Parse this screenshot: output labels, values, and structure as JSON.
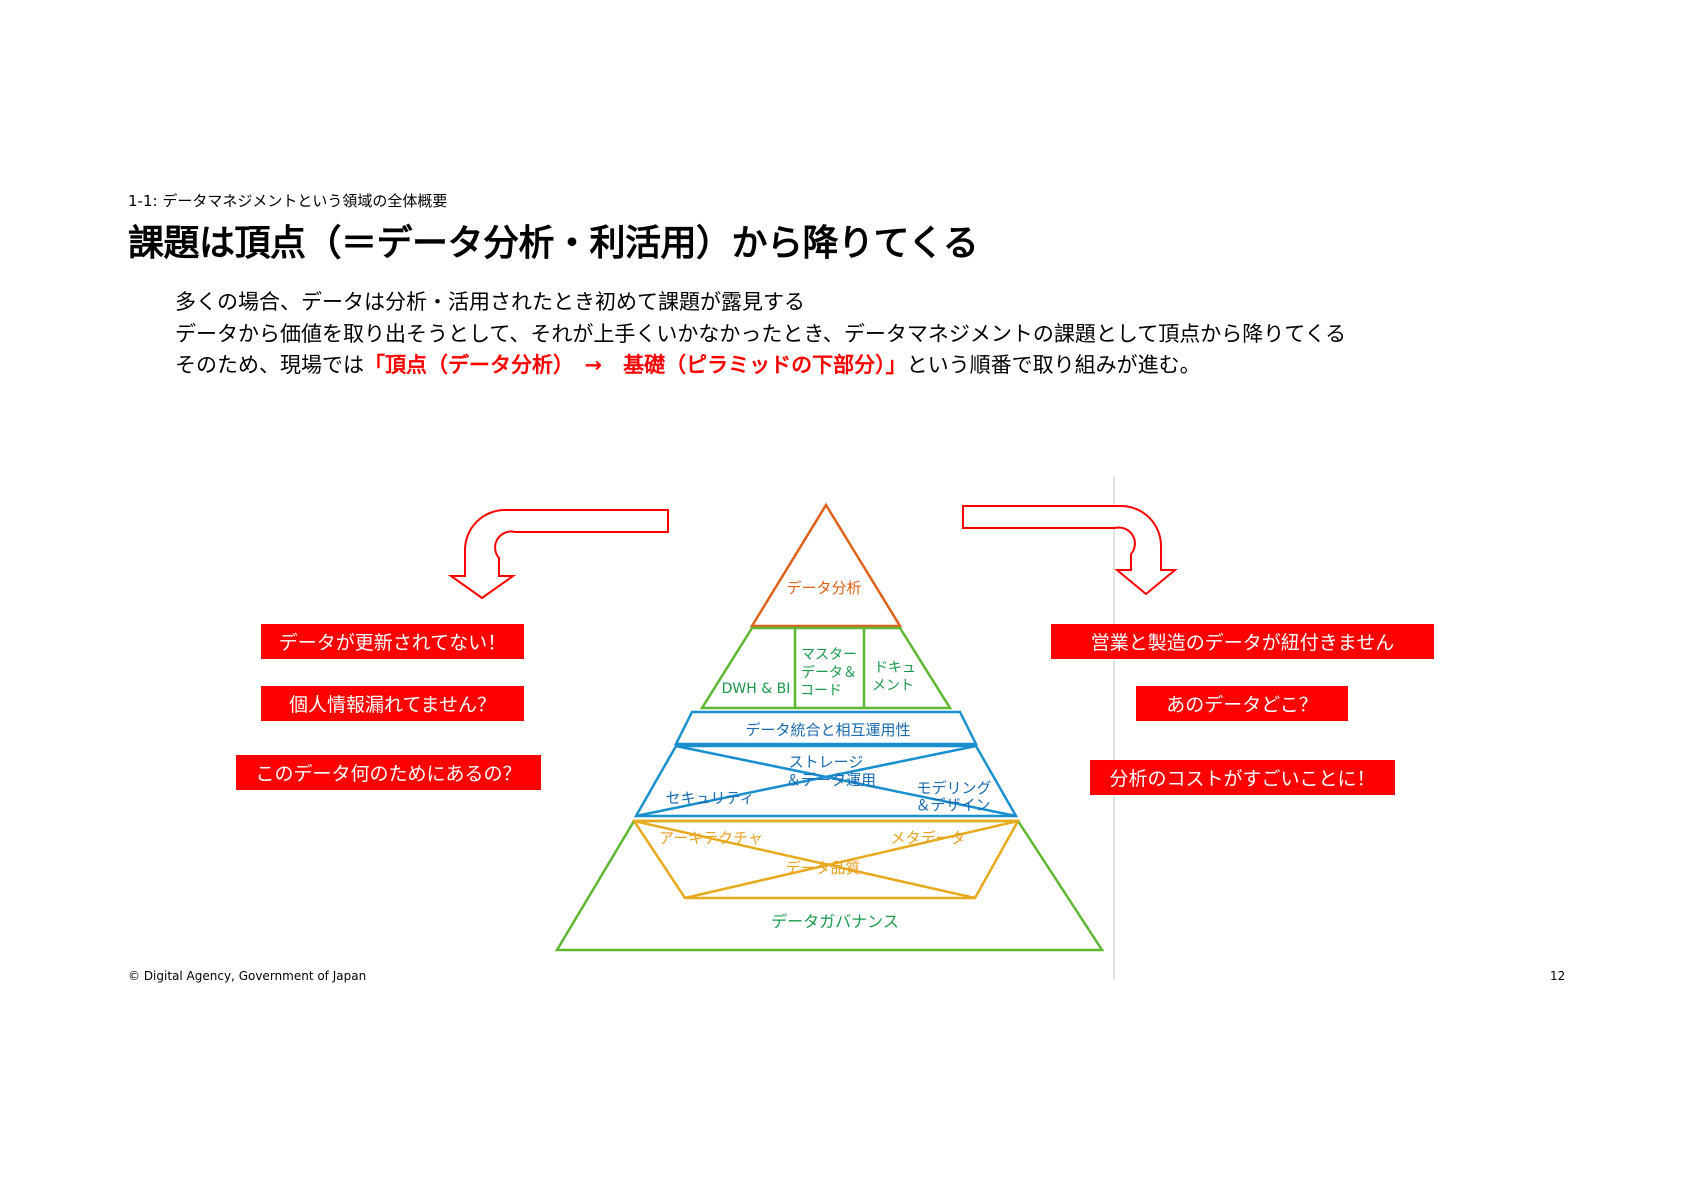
{
  "header": {
    "section": "1-1: データマネジメントという領域の全体概要",
    "title": "課題は頂点（＝データ分析・利活用）から降りてくる"
  },
  "body": {
    "line1": "多くの場合、データは分析・活用されたとき初めて課題が露見する",
    "line2": "データから価値を取り出そうとして、それが上手くいかなかったとき、データマネジメントの課題として頂点から降りてくる",
    "line3_prefix": "そのため、現場では",
    "line3_highlight": "「頂点（データ分析）　→　基礎（ピラミッドの下部分）」",
    "line3_suffix": "という順番で取り組みが進む。"
  },
  "pyramid": {
    "top": "データ分析",
    "dwh": "DWH & BI",
    "master_1": "マスター",
    "master_2": "データ＆",
    "master_3": "コード",
    "doc_1": "ドキュ",
    "doc_2": "メント",
    "integration": "データ統合と相互運用性",
    "storage_1": "ストレージ",
    "storage_2": "＆データ運用",
    "security": "セキュリティ",
    "modeling_1": "モデリング",
    "modeling_2": "＆デザイン",
    "architecture": "アーキテクチャ",
    "metadata": "メタデータ",
    "quality": "データ品質",
    "governance": "データガバナンス"
  },
  "left_issues": [
    "データが更新されてない！",
    "個人情報漏れてません？",
    "このデータ何のためにあるの？"
  ],
  "right_issues": [
    "営業と製造のデータが紐付きません",
    "あのデータどこ？",
    "分析のコストがすごいことに！"
  ],
  "footer": {
    "copyright": "© Digital Agency, Government of Japan",
    "page": "12"
  },
  "colors": {
    "red": "#ff0000",
    "orange": "#e0601a",
    "green": "#5fb832",
    "teal": "#1a9a4a",
    "blue": "#1a8fd0",
    "blue_text": "#1a6ab0",
    "yellow": "#e8aa1c",
    "yellow_text": "#e8a020"
  }
}
